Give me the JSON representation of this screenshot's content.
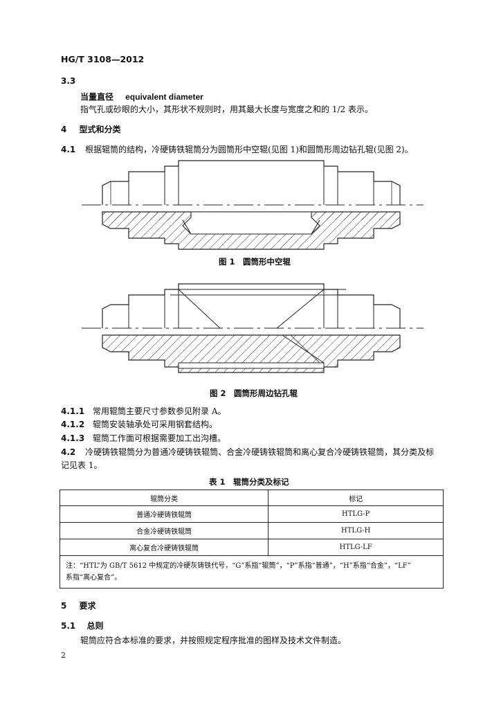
{
  "header": {
    "standard_code": "HG/T 3108—2012"
  },
  "clause_3_3": {
    "number": "3.3",
    "term_cn": "当量直径",
    "term_en": "equivalent diameter",
    "definition": "指气孔或砂眼的大小，其形状不规则时，用其最大长度与宽度之和的 1/2 表示。"
  },
  "section_4": {
    "number": "4",
    "title": "型式和分类",
    "p4_1_num": "4.1",
    "p4_1_text": "根据辊筒的结构，冷硬铸铁辊筒分为圆筒形中空辊(见图 1)和圆筒形周边钻孔辊(见图 2)。",
    "fig1_caption": "图 1　圆筒形中空辊",
    "fig2_caption": "图 2　圆筒形周边钻孔辊",
    "p4_1_1_num": "4.1.1",
    "p4_1_1_text": "常用辊筒主要尺寸参数参见附录 A。",
    "p4_1_2_num": "4.1.2",
    "p4_1_2_text": "辊筒安装轴承处可采用钢套结构。",
    "p4_1_3_num": "4.1.3",
    "p4_1_3_text": "辊筒工作面可根据需要加工出沟槽。",
    "p4_2_num": "4.2",
    "p4_2_line1": "冷硬铸铁辊筒分为普通冷硬铸铁辊筒、合金冷硬铸铁辊筒和离心复合冷硬铸铁辊筒，其分类及标",
    "p4_2_line2": "记见表 1。"
  },
  "table1": {
    "title": "表 1　辊筒分类及标记",
    "col_headers": [
      "辊筒分类",
      "标记"
    ],
    "rows": [
      [
        "普通冷硬铸铁辊筒",
        "HTLG-P"
      ],
      [
        "合金冷硬铸铁辊筒",
        "HTLG-H"
      ],
      [
        "离心复合冷硬铸铁辊筒",
        "HTLG-LF"
      ]
    ],
    "note_line1": "注：“HTL”为 GB/T 5612 中规定的冷硬灰铸铁代号，“G”系指“辊筒”，“P”系指“普通”，“H”系指“合金”，“LF”",
    "note_line2": "系指“离心复合”。"
  },
  "section_5": {
    "number": "5",
    "title": "要求",
    "p5_1_num": "5.1",
    "p5_1_title": "总则",
    "p5_1_text": "辊筒应符合本标准的要求，并按照规定程序批准的图样及技术文件制造。"
  },
  "footer": {
    "page_number": "2"
  }
}
